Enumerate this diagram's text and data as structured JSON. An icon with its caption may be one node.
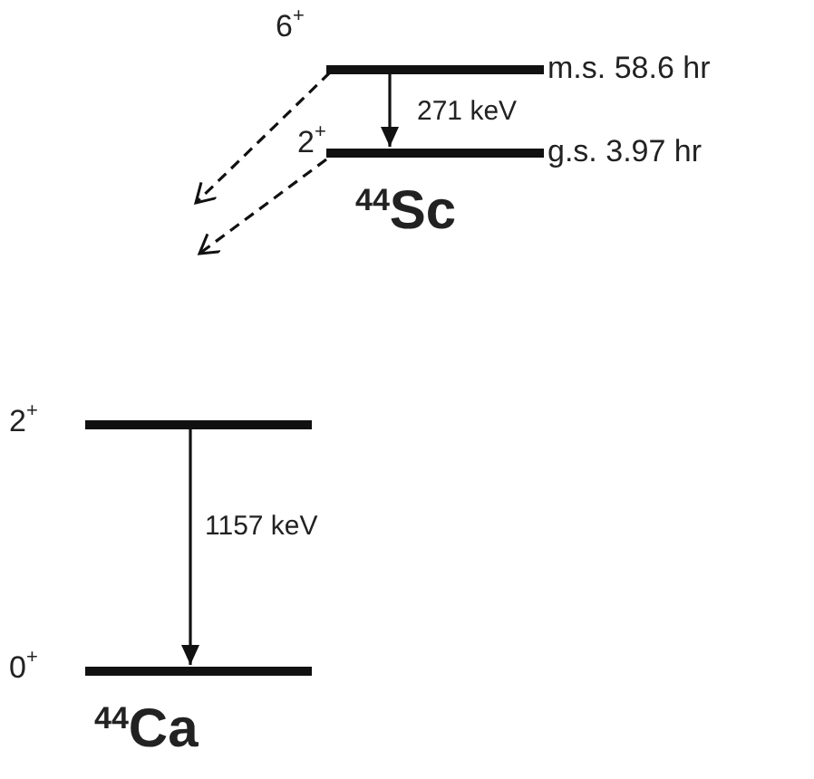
{
  "diagram": {
    "nodes": [
      {
        "text": [],
        "shape": "bar",
        "beside": [
          "6$^{+}$",
          "m.s. 58.6 hr"
        ]
      },
      {
        "text": [],
        "shape": "bar",
        "beside": [
          "2$^{+}$",
          "g.s. 3.97 hr"
        ]
      },
      {
        "text": [],
        "shape": "bar",
        "beside": [
          "2$^{+}$"
        ]
      },
      {
        "text": [],
        "shape": "bar",
        "beside": [
          "0$^{+}$"
        ]
      }
    ],
    "edges": [
      {
        "from": 0,
        "to": 1,
        "arrow": "to",
        "label": "271 keV"
      },
      {
        "from": 0,
        "to": null,
        "arrow": "to",
        "style": "dashed"
      },
      {
        "from": 1,
        "to": null,
        "arrow": "to",
        "style": "dashed"
      },
      {
        "from": 2,
        "to": 3,
        "arrow": "to",
        "label": "1157 keV"
      }
    ],
    "labels": [
      "$^{44}$Sc",
      "$^{44}$Ca"
    ]
  }
}
